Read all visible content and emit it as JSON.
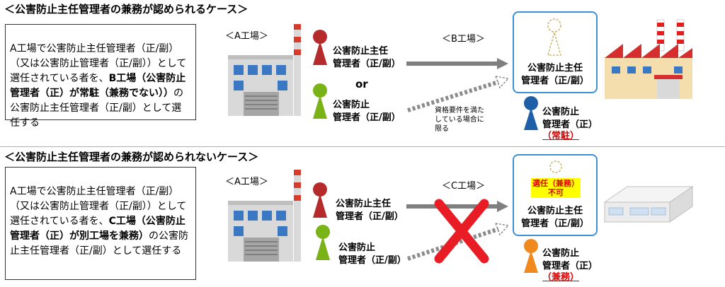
{
  "sections": [
    {
      "title": "＜公害防止主任管理者の兼務が認められるケース＞",
      "description_pre": "A工場で公害防止主任管理者（正/副）（又は公害防止管理者（正/副））として選任されている者を、",
      "description_bold": "B工場（公害防止管理者（正）が常駐（兼務でない））",
      "description_post": "の公害防止主任管理者（正/副）として選任する",
      "source_tag": "＜A工場＞",
      "dest_tag": "＜B工場＞",
      "person1_label": "公害防止主任\n管理者（正/副）",
      "or_label": "or",
      "person2_label": "公害防止\n管理者（正/副）",
      "note": "資格要件を満た\nしている場合に\n限る",
      "dest_role": "公害防止主任\n管理者（正/副）",
      "resident_label": "公害防止\n管理者（正）",
      "resident_status": "（常駐）"
    },
    {
      "title": "＜公害防止主任管理者の兼務が認められないケース＞",
      "description_pre": "A工場で公害防止主任管理者（正/副）（又は公害防止管理者（正/副））として選任されている者を、",
      "description_bold": "C工場（公害防止管理者（正）が別工場を兼務）",
      "description_post": "の公害防止主任管理者（正/副）として選任する",
      "source_tag": "＜A工場＞",
      "dest_tag": "＜C工場＞",
      "person1_label": "公害防止主任\n管理者（正/副）",
      "person2_label": "公害防止\n管理者（正/副）",
      "warning": "選任（兼務）\n不可",
      "dest_role": "公害防止主任\n管理者（正/副）",
      "resident_label": "公害防止\n管理者（正）",
      "resident_status": "（兼務）"
    }
  ],
  "colors": {
    "person_red": "#b52a2a",
    "person_green": "#7ab317",
    "person_blue": "#1f5fa8",
    "person_orange": "#f08a1e",
    "cross": "#e81c24",
    "box_border": "#3d8fd6"
  },
  "icons": [
    "factory-building-icon",
    "factory-icon",
    "server-rack-icon",
    "person-icon",
    "cross-icon",
    "arrow-icon"
  ]
}
